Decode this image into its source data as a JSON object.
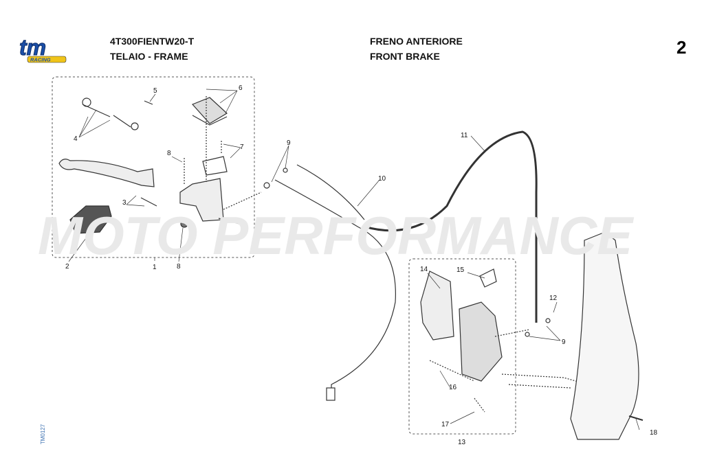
{
  "header": {
    "brand": "tm RACING",
    "model_code": "4T300FIENTW20-T",
    "group": "TELAIO - FRAME",
    "title_it": "FRENO ANTERIORE",
    "title_en": "FRONT BRAKE",
    "page_number": "2"
  },
  "side_code": "TM0127",
  "watermark": "MOTO PERFORMANCE",
  "callouts": [
    "1",
    "2",
    "3",
    "4",
    "5",
    "6",
    "7",
    "8",
    "8",
    "9",
    "10",
    "11",
    "12",
    "9",
    "13",
    "14",
    "15",
    "16",
    "17",
    "18"
  ],
  "colors": {
    "logo_blue": "#1b4fa8",
    "logo_yellow": "#f0c419"
  }
}
